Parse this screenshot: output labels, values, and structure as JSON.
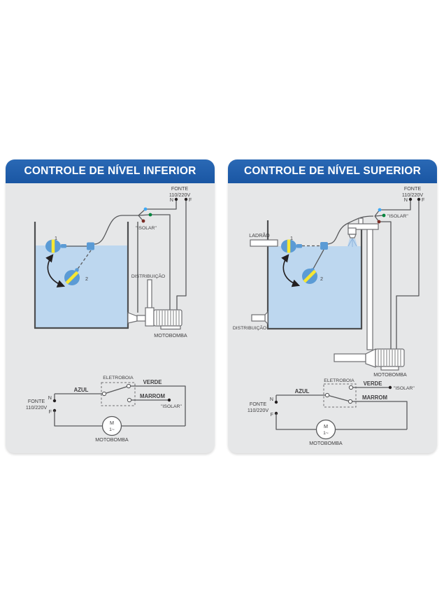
{
  "colors": {
    "header_blue": "#1A56A3",
    "panel_gray": "#E6E7E8",
    "line_gray": "#58595B",
    "water_blue": "#BDD7EF",
    "float_blue": "#5B9BD5",
    "float_yellow": "#F7E733",
    "dot_azul": "#3FA9F5",
    "dot_verde": "#00843D",
    "dot_marrom": "#7B2D26",
    "terminal_black": "#231F20",
    "label_azul": "#29ABE2",
    "label_verde": "#009245",
    "label_marrom": "#7B3018"
  },
  "panels": [
    {
      "title": "CONTROLE DE NÍVEL INFERIOR",
      "source": {
        "line1": "FONTE",
        "line2": "110/220V",
        "neutral": "N",
        "phase": "F"
      },
      "isolar": "\"ISOLAR\"",
      "tank": {
        "float1": "1",
        "float2": "2"
      },
      "distribuicao": "DISTRIBUIÇÃO",
      "motobomba": "MOTOBOMBA",
      "circuit": {
        "eletroboia": "ELETROBOIA",
        "azul": "AZUL",
        "verde": "VERDE",
        "marrom": "MARROM",
        "isolar": "\"ISOLAR\"",
        "fonte1": "FONTE",
        "fonte2": "110/220V",
        "neutral": "N",
        "phase": "F",
        "motor_letter": "M",
        "motor_phase": "1~",
        "motobomba": "MOTOBOMBA"
      }
    },
    {
      "title": "CONTROLE DE NÍVEL SUPERIOR",
      "ladrao": "LADRÃO",
      "source": {
        "line1": "FONTE",
        "line2": "110/220V",
        "neutral": "N",
        "phase": "F"
      },
      "isolar": "\"ISOLAR\"",
      "tank": {
        "float1": "1",
        "float2": "2"
      },
      "distribuicao": "DISTRIBUIÇÃO",
      "motobomba": "MOTOBOMBA",
      "circuit": {
        "eletroboia": "ELETROBOIA",
        "azul": "AZUL",
        "verde": "VERDE",
        "marrom": "MARROM",
        "isolar": "\"ISOLAR\"",
        "fonte1": "FONTE",
        "fonte2": "110/220V",
        "neutral": "N",
        "phase": "F",
        "motor_letter": "M",
        "motor_phase": "1~",
        "motobomba": "MOTOBOMBA"
      }
    }
  ]
}
